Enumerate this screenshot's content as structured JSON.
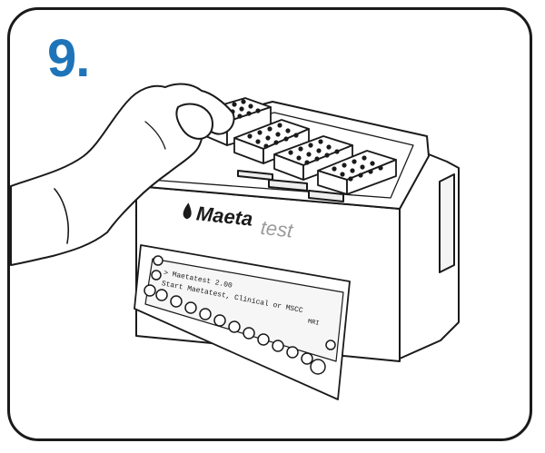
{
  "step_number": "9.",
  "colors": {
    "step": "#1f74b9",
    "outline": "#1a1a1a",
    "brand_light": "#9a9a9a"
  },
  "device": {
    "brand_primary": "Maeta",
    "brand_secondary": "test",
    "display_line1": "> Maetatest 2.00",
    "display_line2": "Start Maetatest, Clinical or MSCC",
    "display_indicator": "MRI"
  },
  "icons": [
    "gloved-hand-icon",
    "drop-logo-icon"
  ]
}
